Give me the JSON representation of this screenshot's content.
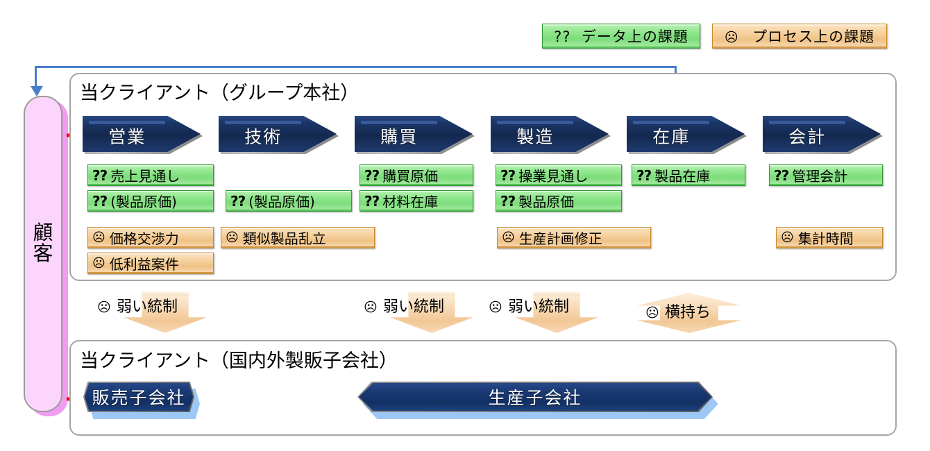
{
  "legend": {
    "data_issue": {
      "marker": "??",
      "label": "データ上の課題",
      "color": "#8ce68a"
    },
    "process_issue": {
      "marker": "☹",
      "label": "プロセス上の課題",
      "color": "#f6d09b"
    }
  },
  "groups": {
    "headquarters": {
      "title": "当クライアント（グループ本社）"
    },
    "subsidiaries": {
      "title": "当クライアント（国内外製販子会社）"
    }
  },
  "customer": {
    "label_line1": "顧",
    "label_line2": "客",
    "color": "#fbd5fb"
  },
  "functions": [
    {
      "name": "営業",
      "data_issues": [
        "売上見通し",
        "(製品原価)"
      ],
      "process_issues": [
        "価格交渉力",
        "低利益案件"
      ]
    },
    {
      "name": "技術",
      "data_issues": [
        "(製品原価)"
      ],
      "process_issues": [
        "類似製品乱立"
      ]
    },
    {
      "name": "購買",
      "data_issues": [
        "購買原価",
        "材料在庫"
      ],
      "process_issues": []
    },
    {
      "name": "製造",
      "data_issues": [
        "操業見通し",
        "製品原価"
      ],
      "process_issues": [
        "生産計画修正"
      ]
    },
    {
      "name": "在庫",
      "data_issues": [
        "製品在庫"
      ],
      "process_issues": []
    },
    {
      "name": "会計",
      "data_issues": [
        "管理会計"
      ],
      "process_issues": [
        "集計時間"
      ]
    }
  ],
  "flow_arrows": [
    {
      "label": "弱い統制",
      "marker": "☹",
      "type": "down"
    },
    {
      "label": "弱い統制",
      "marker": "☹",
      "type": "down"
    },
    {
      "label": "弱い統制",
      "marker": "☹",
      "type": "down"
    },
    {
      "label": "横持ち",
      "marker": "☹",
      "type": "double"
    }
  ],
  "subsidiary_entities": [
    {
      "label": "販売子会社"
    },
    {
      "label": "生産子会社"
    }
  ],
  "markers": {
    "question": "??",
    "sad_face": "☹"
  }
}
